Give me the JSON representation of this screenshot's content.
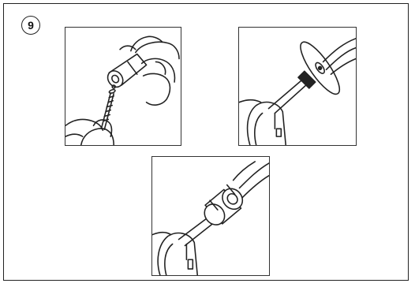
{
  "step": {
    "number": "9"
  },
  "panels": [
    {
      "id": "insert-mandrel-into-collet"
    },
    {
      "id": "mount-cutting-disc"
    },
    {
      "id": "tighten-collet-nut"
    }
  ],
  "colors": {
    "line": "#222222",
    "background": "#ffffff"
  }
}
